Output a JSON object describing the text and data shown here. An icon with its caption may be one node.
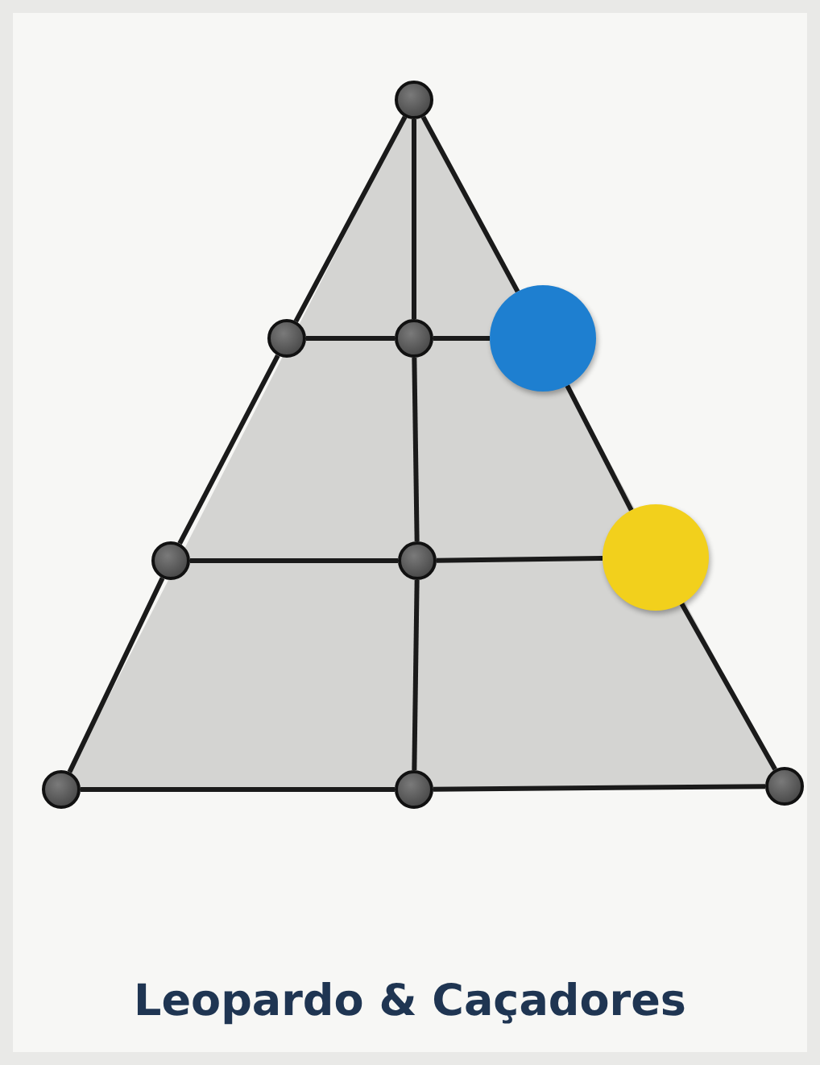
{
  "diagram": {
    "title": "Leopardo & Caçadores",
    "nodes": [
      {
        "text": [],
        "shape": "circle"
      },
      {
        "text": [],
        "shape": "circle"
      },
      {
        "text": [],
        "shape": "circle"
      },
      {
        "text": [],
        "shape": "circle"
      },
      {
        "text": [],
        "shape": "circle"
      },
      {
        "text": [],
        "shape": "circle"
      },
      {
        "text": [],
        "shape": "circle"
      },
      {
        "text": [],
        "shape": "circle"
      },
      {
        "text": [],
        "shape": "circle"
      },
      {
        "text": [],
        "shape": "circle"
      }
    ],
    "edges": [
      {
        "from": 0,
        "to": 1,
        "arrow": "none"
      },
      {
        "from": 0,
        "to": 2,
        "arrow": "none"
      },
      {
        "from": 0,
        "to": 3,
        "arrow": "none"
      },
      {
        "from": 1,
        "to": 2,
        "arrow": "none"
      },
      {
        "from": 2,
        "to": 3,
        "arrow": "none"
      },
      {
        "from": 1,
        "to": 4,
        "arrow": "none"
      },
      {
        "from": 2,
        "to": 5,
        "arrow": "none"
      },
      {
        "from": 3,
        "to": 6,
        "arrow": "none"
      },
      {
        "from": 4,
        "to": 5,
        "arrow": "none"
      },
      {
        "from": 5,
        "to": 6,
        "arrow": "none"
      },
      {
        "from": 4,
        "to": 7,
        "arrow": "none"
      },
      {
        "from": 5,
        "to": 8,
        "arrow": "none"
      },
      {
        "from": 6,
        "to": 9,
        "arrow": "none"
      },
      {
        "from": 7,
        "to": 8,
        "arrow": "none"
      },
      {
        "from": 8,
        "to": 9,
        "arrow": "none"
      }
    ]
  }
}
